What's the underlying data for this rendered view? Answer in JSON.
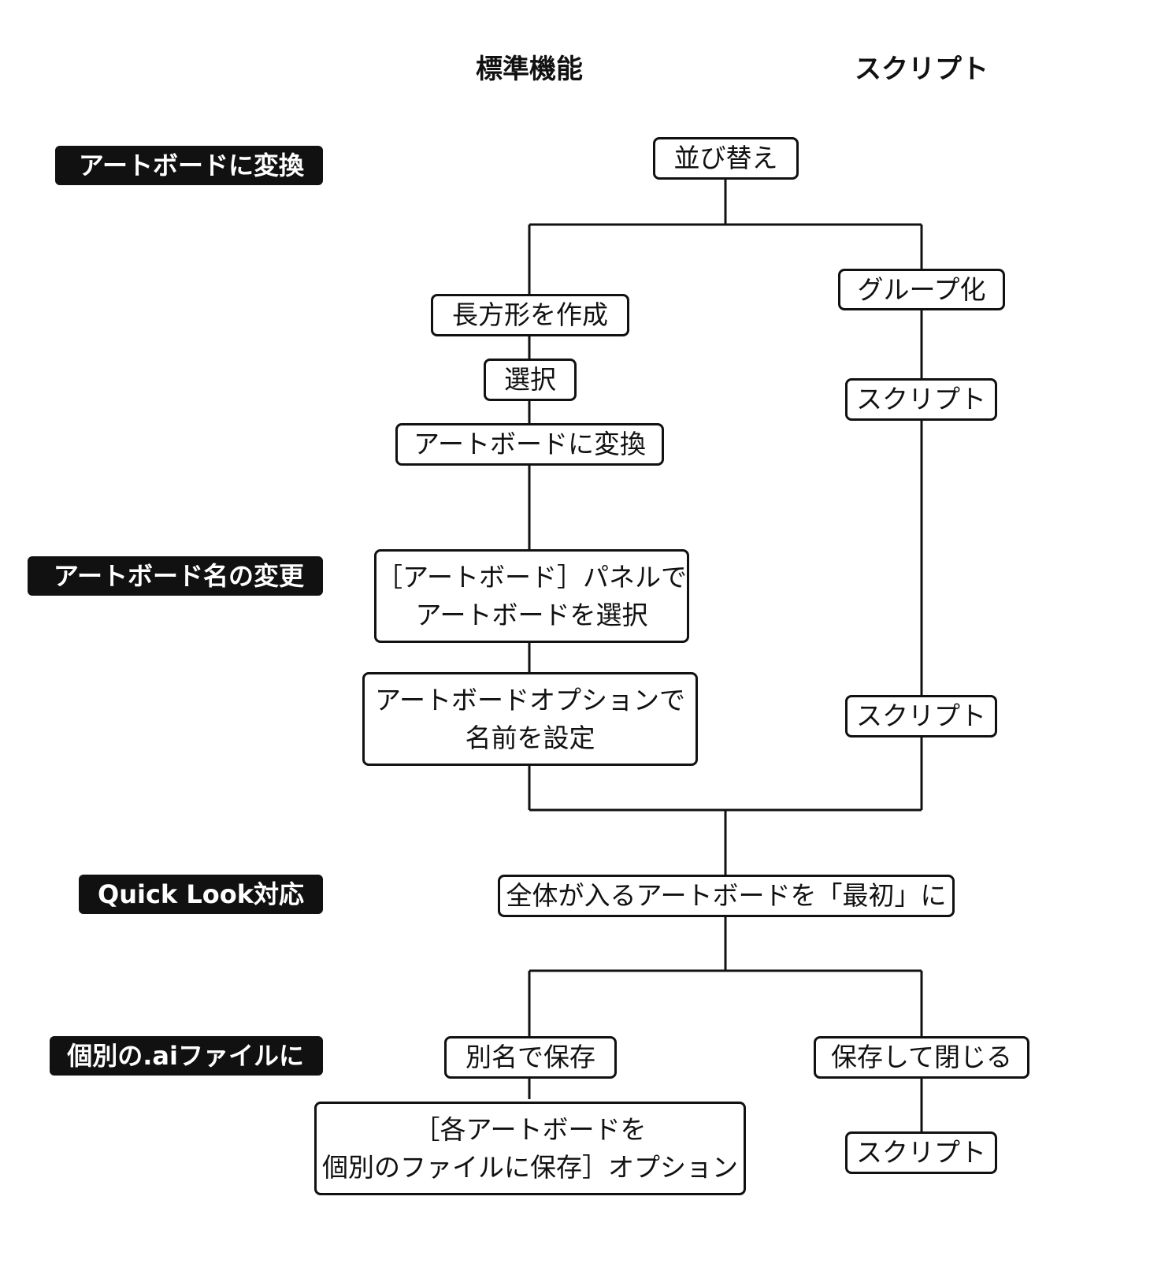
{
  "headers": {
    "standard": "標準機能",
    "script": "スクリプト"
  },
  "sections": {
    "convert": "アートボードに変換",
    "rename": "アートボード名の変更",
    "quicklook": "Quick Look対応",
    "separate": "個別の.aiファイルに"
  },
  "nodes": {
    "sort": "並び替え",
    "group": "グループ化",
    "create_rect": "長方形を作成",
    "select": "選択",
    "convert_artboard": "アートボードに変換",
    "script_1": "スクリプト",
    "panel_select_line1": "［アートボード］パネルで",
    "panel_select_line2": "アートボードを選択",
    "options_line1": "アートボードオプションで",
    "options_line2": "名前を設定",
    "script_2": "スクリプト",
    "first_artboard": "全体が入るアートボードを「最初」に",
    "save_as": "別名で保存",
    "save_close": "保存して閉じる",
    "save_each_line1": "［各アートボードを",
    "save_each_line2": "個別のファイルに保存］オプション",
    "script_3": "スクリプト"
  }
}
